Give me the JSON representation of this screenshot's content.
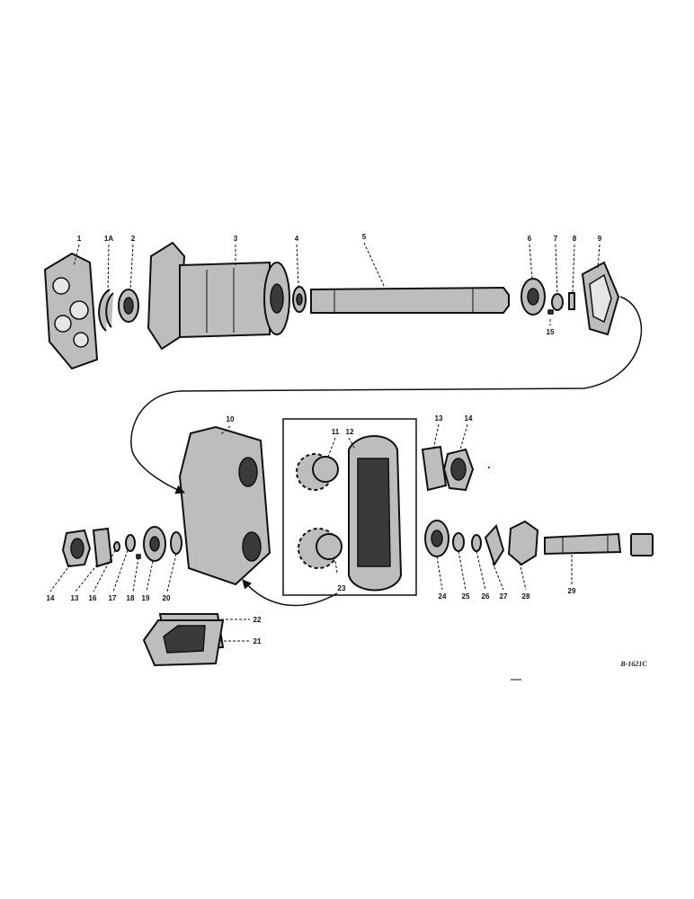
{
  "labels": {
    "p1": "1",
    "p1a": "1A",
    "p2": "2",
    "p3": "3",
    "p4": "4",
    "p5": "5",
    "p6": "6",
    "p7": "7",
    "p8": "8",
    "p9": "9",
    "p10": "10",
    "p11": "11",
    "p12": "12",
    "p13a": "13",
    "p14a": "14",
    "p15": "15",
    "p14b": "14",
    "p13b": "13",
    "p16": "16",
    "p17": "17",
    "p18": "18",
    "p19": "19",
    "p20": "20",
    "p21": "21",
    "p22": "22",
    "p23": "23",
    "p24": "24",
    "p25": "25",
    "p26": "26",
    "p27": "27",
    "p28": "28",
    "p29": "29"
  },
  "drawing_code": "B-1621C"
}
